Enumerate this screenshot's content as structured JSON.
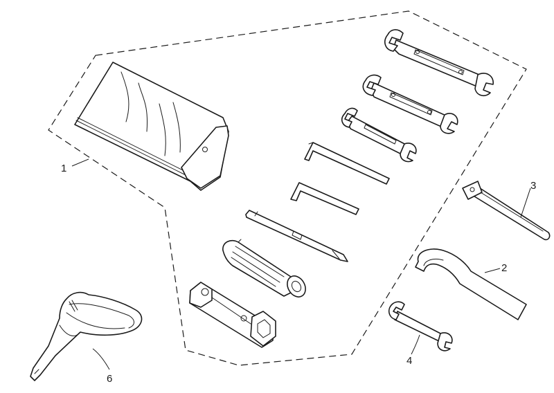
{
  "callouts": {
    "c1": "1",
    "c2": "2",
    "c3": "3",
    "c4": "4",
    "c6": "6"
  },
  "colors": {
    "ink": "#1a1a1a",
    "background": "#ffffff"
  },
  "icons": [
    "tool-bag-icon",
    "open-end-wrench-icon",
    "hex-key-icon",
    "screwdriver-icon",
    "screwdriver-handle-icon",
    "spark-plug-box-wrench-icon",
    "tommy-bar-icon",
    "hook-spanner-icon",
    "small-wrench-icon",
    "funnel-icon"
  ]
}
